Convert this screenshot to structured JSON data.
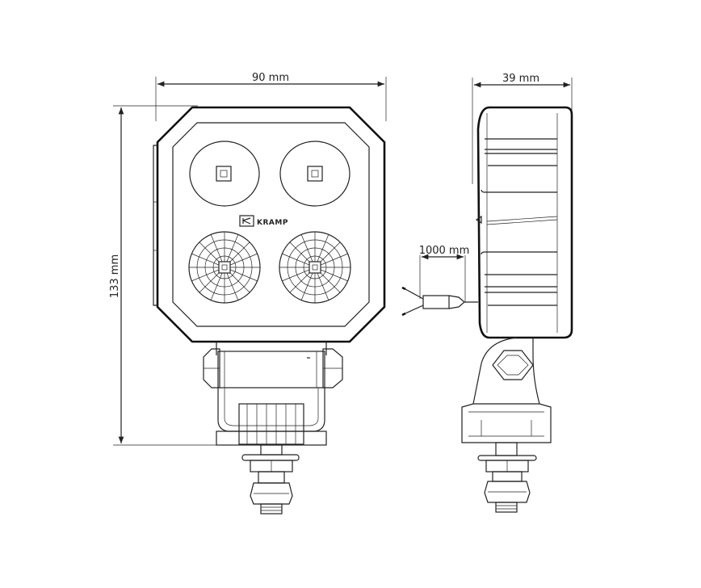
{
  "dimensions": {
    "front_width": "90 mm",
    "front_height": "133 mm",
    "side_depth": "39 mm",
    "cable_length": "1000 mm"
  },
  "brand": {
    "logo_text": "KRAMP"
  },
  "colors": {
    "line": "#222222",
    "background": "#ffffff"
  }
}
